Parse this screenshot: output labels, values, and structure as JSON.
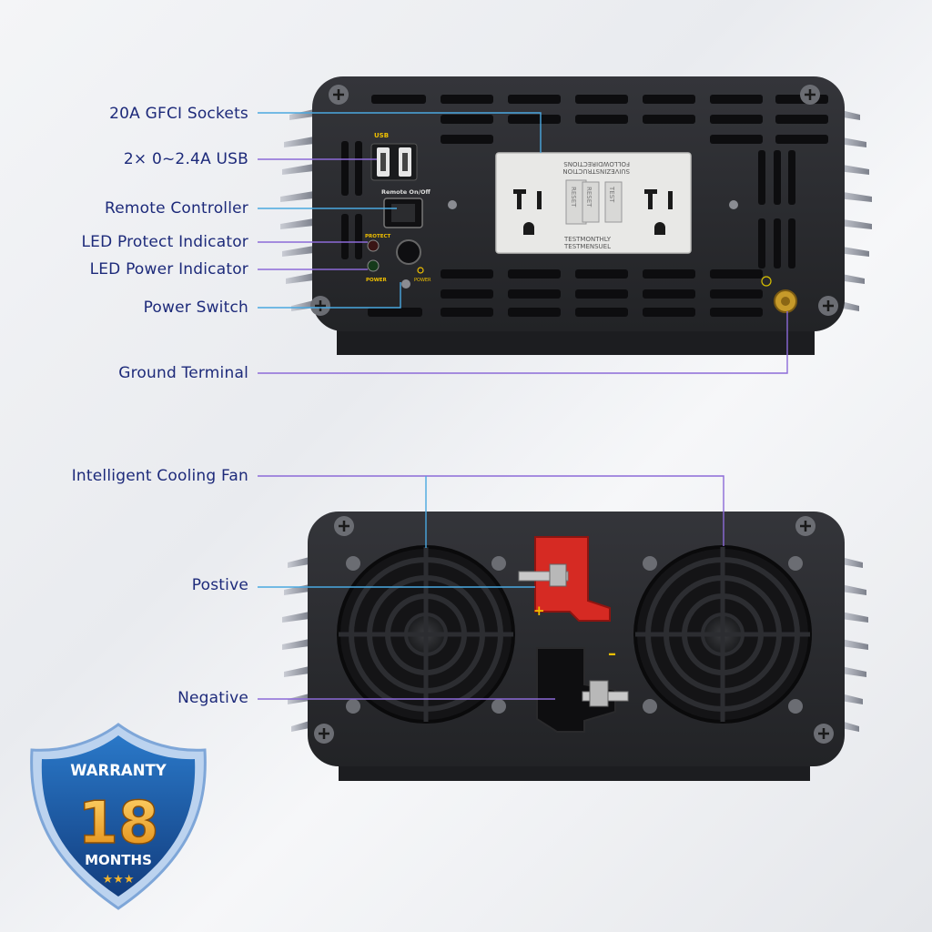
{
  "top_panel": {
    "callouts": [
      {
        "id": "gfci",
        "label": "20A GFCI Sockets"
      },
      {
        "id": "usb",
        "label": "2× 0~2.4A USB"
      },
      {
        "id": "remote",
        "label": "Remote Controller"
      },
      {
        "id": "led_protect",
        "label": "LED Protect Indicator"
      },
      {
        "id": "led_power",
        "label": "LED Power Indicator"
      },
      {
        "id": "power_switch",
        "label": "Power Switch"
      },
      {
        "id": "ground",
        "label": "Ground Terminal"
      }
    ],
    "device_labels": {
      "usb": "USB",
      "remote": "Remote On/Off",
      "protect": "PROTECT",
      "power": "POWER",
      "power_btn": "POWER",
      "outlet_top1": "FOLLOWDIRECTIONS",
      "outlet_top2": "SUIVEZINSTRUCTION",
      "outlet_bottom1": "TESTMONTHLY",
      "outlet_bottom2": "TESTMENSUEL",
      "reset": "RESET",
      "test": "TEST"
    }
  },
  "bottom_panel": {
    "callouts": [
      {
        "id": "fan",
        "label": "Intelligent  Cooling Fan"
      },
      {
        "id": "positive",
        "label": "Postive"
      },
      {
        "id": "negative",
        "label": "Negative"
      }
    ],
    "plus_sign": "+",
    "minus_sign": "–"
  },
  "badge": {
    "title": "WARRANTY",
    "number": "18",
    "unit": "MONTHS",
    "stars": "★★★"
  },
  "colors": {
    "label_text": "#1d2a7a",
    "line_blue": "#4aa8e0",
    "line_purple": "#8c6ad8",
    "device_body": "#2a2b2e",
    "terminal_red": "#d62a23",
    "badge_blue": "#1b5aa8",
    "badge_gold": "#f2a41f"
  }
}
